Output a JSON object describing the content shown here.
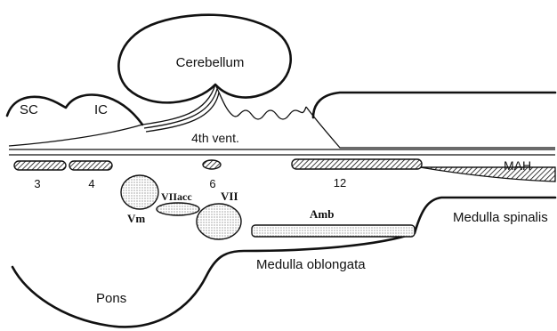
{
  "labels": {
    "cerebellum": "Cerebellum",
    "sc": "SC",
    "ic": "IC",
    "fourth_ventricle": "4th vent.",
    "mah": "MAH",
    "medulla_spinalis": "Medulla spinalis",
    "medulla_oblongata": "Medulla oblongata",
    "pons": "Pons"
  },
  "nuclei_labels": {
    "n3": "3",
    "n4": "4",
    "n6": "6",
    "n12": "12",
    "vm": "Vm",
    "viiacc": "VIIacc",
    "vii": "VII",
    "amb": "Amb"
  },
  "patterns": {
    "hatched": [
      "3",
      "4",
      "6",
      "12",
      "MAH"
    ],
    "stippled": [
      "Vm",
      "VIIacc",
      "VII",
      "Amb"
    ]
  }
}
